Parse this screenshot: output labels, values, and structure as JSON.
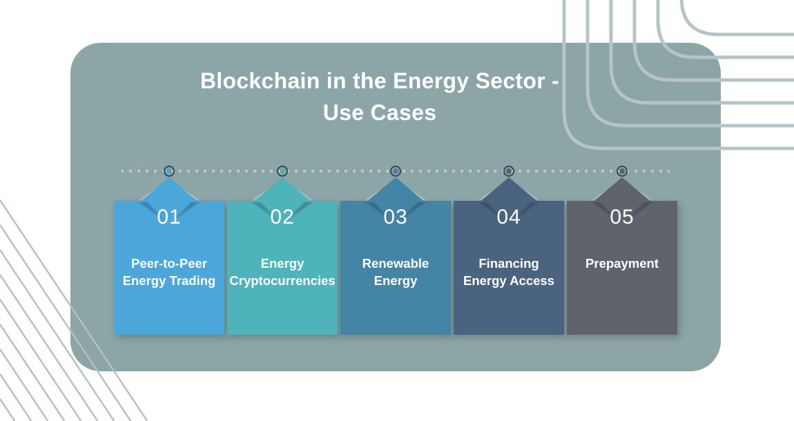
{
  "title": {
    "line1": "Blockchain in the Energy Sector -",
    "line2": "Use Cases"
  },
  "colors": {
    "background": "#ffffff",
    "card": "#8ca5a6",
    "decor_lines": "#b5c5c6",
    "diagonal_lines": "#b3c2c6",
    "dotted_line": "#bfcac9",
    "marker_ring": "#3e454d",
    "text": "#ffffff"
  },
  "steps": [
    {
      "number": "01",
      "label_lines": [
        "Peer-to-Peer",
        "Energy Trading"
      ],
      "color": "#4ba7d9"
    },
    {
      "number": "02",
      "label_lines": [
        "Energy",
        "Cryptocurrencies"
      ],
      "color": "#4eb3ba"
    },
    {
      "number": "03",
      "label_lines": [
        "Renewable",
        "Energy"
      ],
      "color": "#4485a6"
    },
    {
      "number": "04",
      "label_lines": [
        "Financing",
        "Energy Access"
      ],
      "color": "#4a6480"
    },
    {
      "number": "05",
      "label_lines": [
        "Prepayment"
      ],
      "color": "#5f636b"
    }
  ]
}
